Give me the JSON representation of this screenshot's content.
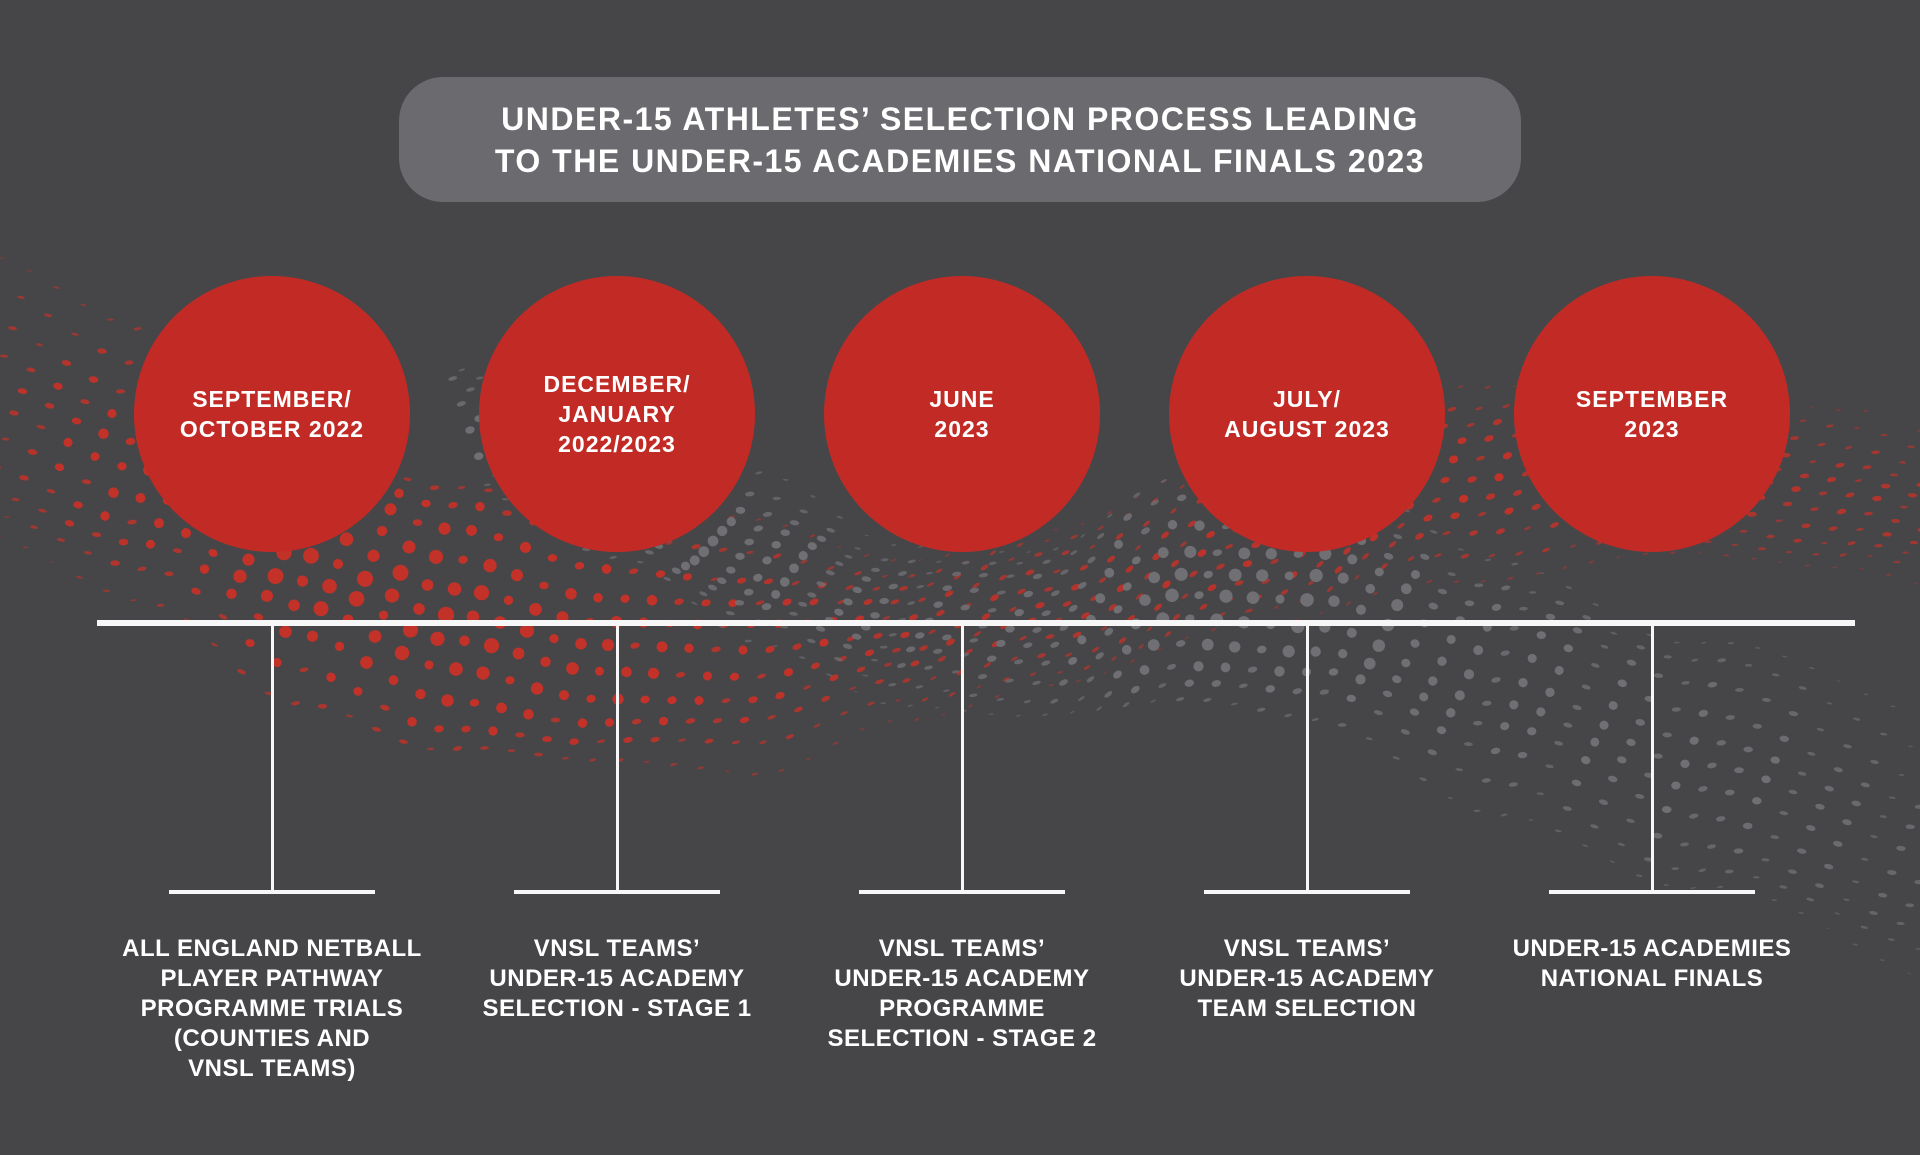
{
  "title": {
    "text": "UNDER-15 ATHLETES’ SELECTION PROCESS LEADING\nTO THE UNDER-15 ACADEMIES NATIONAL FINALS 2023"
  },
  "milestones": [
    {
      "date_label": "SEPTEMBER/\nOCTOBER 2022",
      "stage_label": "ALL ENGLAND NETBALL\nPLAYER PATHWAY\nPROGRAMME TRIALS\n(COUNTIES AND\nVNSL TEAMS)"
    },
    {
      "date_label": "DECEMBER/\nJANUARY\n2022/2023",
      "stage_label": "VNSL TEAMS’\nUNDER-15 ACADEMY\nSELECTION - STAGE 1"
    },
    {
      "date_label": "JUNE\n2023",
      "stage_label": "VNSL TEAMS’\nUNDER-15 ACADEMY\nPROGRAMME\nSELECTION - STAGE 2"
    },
    {
      "date_label": "JULY/\nAUGUST 2023",
      "stage_label": "VNSL TEAMS’\nUNDER-15 ACADEMY\nTEAM SELECTION"
    },
    {
      "date_label": "SEPTEMBER\n2023",
      "stage_label": "UNDER-15 ACADEMIES\nNATIONAL FINALS"
    }
  ],
  "colors": {
    "background": "#464649",
    "banner": "#6b6a6e",
    "circle_red": "#c22b25",
    "dot_red": "#c23229",
    "dot_gray": "#6f6f74",
    "line_white": "#f7f7f7",
    "text_white": "#ffffff"
  }
}
